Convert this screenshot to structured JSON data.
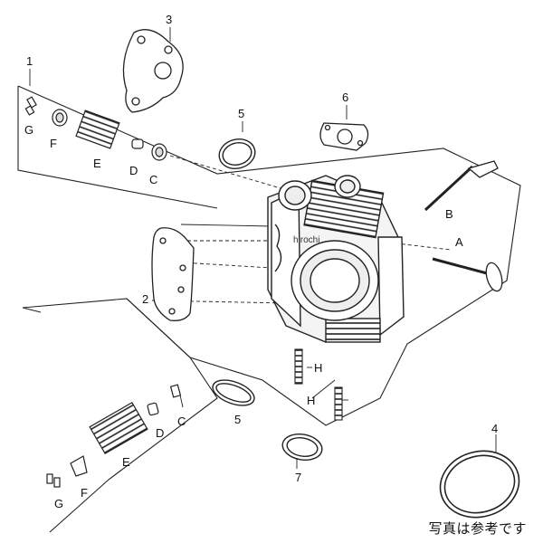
{
  "callouts": {
    "n1": "1",
    "n2": "2",
    "n3": "3",
    "n4": "4",
    "n5a": "5",
    "n5b": "5",
    "n6": "6",
    "n7": "7",
    "A": "A",
    "B": "B",
    "C_top": "C",
    "C_bot": "C",
    "D_top": "D",
    "D_bot": "D",
    "E_top": "E",
    "E_bot": "E",
    "F_top": "F",
    "F_bot": "F",
    "G_top": "G",
    "G_bot": "G",
    "H_top": "H",
    "H_bot": "H"
  },
  "watermark": "hirochi",
  "caption": "写真は参考です"
}
